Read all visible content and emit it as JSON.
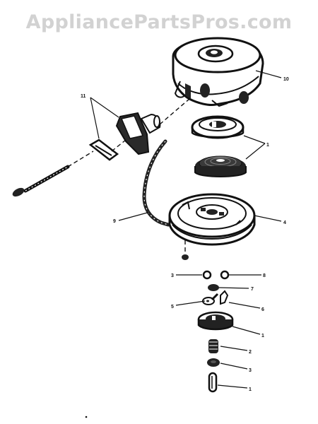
{
  "watermark": "AppliancePartsPros.com",
  "callouts": {
    "c10": "10",
    "c11": "11",
    "c1b": "1",
    "c9": "9",
    "c4": "4",
    "c3l": "3",
    "c8": "8",
    "c7": "7",
    "c5": "5",
    "c6": "6",
    "c1": "1",
    "c2": "2",
    "c3": "3",
    "c1bot": "1"
  },
  "colors": {
    "ink": "#111111",
    "watermark": "#d2d2d2",
    "background": "#ffffff"
  }
}
